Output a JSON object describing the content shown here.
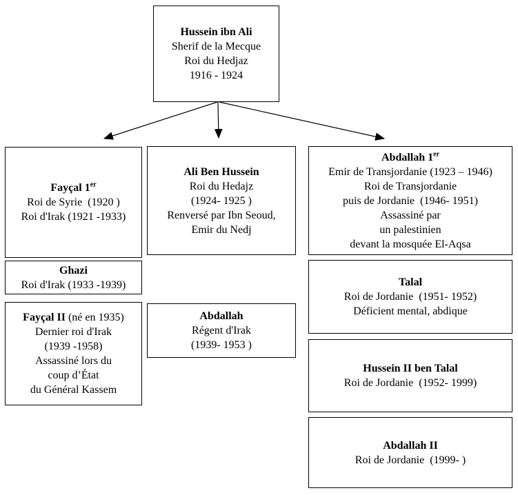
{
  "colors": {
    "background": "#ffffff",
    "border": "#000000",
    "text": "#000000",
    "arrow": "#000000"
  },
  "nodes": {
    "hussein_ibn_ali": {
      "title": "Hussein ibn Ali",
      "sup": "",
      "suffix": "",
      "lines": [
        "Sherif de la Mecque",
        "Roi du Hedjaz",
        "1916 - 1924"
      ]
    },
    "faycal_1": {
      "title": "Fayçal 1",
      "sup": "er",
      "suffix": "",
      "lines": [
        "Roi de Syrie  (1920 )",
        "Roi d'Irak (1921 -1933)"
      ]
    },
    "ali_ben_hussein": {
      "title": "Ali Ben Hussein",
      "sup": "",
      "suffix": "",
      "lines": [
        "Roi du Hedajz",
        "(1924- 1925 )",
        "Renversé par Ibn Seoud,",
        "Emir du Nedj"
      ]
    },
    "abdallah_1": {
      "title": "Abdallah 1",
      "sup": "er",
      "suffix": "",
      "lines": [
        "Emir de Transjordanie (1923 – 1946)",
        "Roi de Transjordanie",
        "puis de Jordanie  (1946- 1951)",
        "Assassiné par",
        "un palestinien",
        "devant la mosquée El-Aqsa"
      ]
    },
    "ghazi": {
      "title": "Ghazi",
      "sup": "",
      "suffix": "",
      "lines": [
        "Roi d'Irak (1933 -1939)"
      ]
    },
    "faycal_2": {
      "title": "Fayçal II",
      "sup": "",
      "suffix": " (né en 1935)",
      "lines": [
        "Dernier roi d'Irak",
        "(1939 -1958)",
        "Assassiné lors du",
        "coup d’État",
        "du Général Kassem"
      ]
    },
    "abdallah_regent": {
      "title": "Abdallah",
      "sup": "",
      "suffix": "",
      "lines": [
        "Régent d'Irak",
        "(1939- 1953 )"
      ]
    },
    "talal": {
      "title": "Talal",
      "sup": "",
      "suffix": "",
      "lines": [
        "Roi de Jordanie  (1951- 1952)",
        "Déficient mental, abdique"
      ]
    },
    "hussein_2": {
      "title": "Hussein II ben Talal",
      "sup": "",
      "suffix": "",
      "lines": [
        "Roi de Jordanie  (1952- 1999)"
      ]
    },
    "abdallah_2": {
      "title": "Abdallah II",
      "sup": "",
      "suffix": "",
      "lines": [
        "Roi de Jordanie  (1999- )"
      ]
    }
  },
  "edges": [
    {
      "from": "hussein_ibn_ali",
      "to": "faycal_1"
    },
    {
      "from": "hussein_ibn_ali",
      "to": "ali_ben_hussein"
    },
    {
      "from": "hussein_ibn_ali",
      "to": "abdallah_1"
    }
  ]
}
